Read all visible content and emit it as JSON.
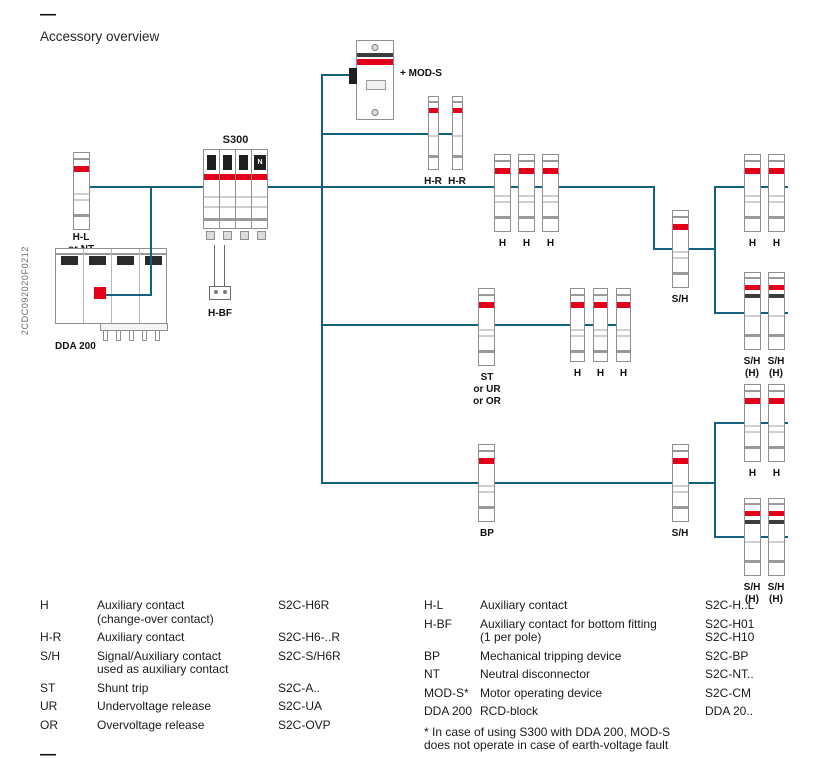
{
  "header": {
    "dash": "—",
    "title": "Accessory overview"
  },
  "side_code": "2CDC092020F0212",
  "diagram": {
    "s300": "S300",
    "s300_n": "N",
    "mod_s": "+ MOD-S",
    "hl1": "H-L",
    "hl2": "or NT",
    "hr1": "H-R",
    "hr2": "H-R",
    "h_top1": "H",
    "h_top2": "H",
    "h_top3": "H",
    "sh_top": "S/H",
    "h_rt1": "H",
    "h_rt2": "H",
    "shh_t1a": "S/H",
    "shh_t1b": "(H)",
    "shh_t2a": "S/H",
    "shh_t2b": "(H)",
    "st1": "ST",
    "st2": "or UR",
    "st3": "or OR",
    "h_mid1": "H",
    "h_mid2": "H",
    "h_mid3": "H",
    "bp": "BP",
    "sh_bot": "S/H",
    "h_rb1": "H",
    "h_rb2": "H",
    "shh_b1a": "S/H",
    "shh_b1b": "(H)",
    "shh_b2a": "S/H",
    "shh_b2b": "(H)",
    "hbf": "H-BF",
    "dda": "DDA 200"
  },
  "legend": {
    "left": [
      {
        "abbr": "H",
        "desc": "Auxiliary contact\n(change-over contact)",
        "code": "S2C-H6R"
      },
      {
        "abbr": "H-R",
        "desc": "Auxiliary contact",
        "code": "S2C-H6-..R"
      },
      {
        "abbr": "S/H",
        "desc": "Signal/Auxiliary contact\nused as auxiliary contact",
        "code": "S2C-S/H6R"
      },
      {
        "abbr": "ST",
        "desc": "Shunt trip",
        "code": "S2C-A.."
      },
      {
        "abbr": "UR",
        "desc": "Undervoltage release",
        "code": "S2C-UA"
      },
      {
        "abbr": "OR",
        "desc": "Overvoltage release",
        "code": "S2C-OVP"
      }
    ],
    "right": [
      {
        "abbr": "H-L",
        "desc": "Auxiliary contact",
        "code": "S2C-H..L"
      },
      {
        "abbr": "H-BF",
        "desc": "Auxiliary contact for bottom fitting\n(1 per pole)",
        "code": "S2C-H01\nS2C-H10"
      },
      {
        "abbr": "BP",
        "desc": "Mechanical tripping device",
        "code": "S2C-BP"
      },
      {
        "abbr": "NT",
        "desc": "Neutral disconnector",
        "code": "S2C-NT.."
      },
      {
        "abbr": "MOD-S*",
        "desc": "Motor operating device",
        "code": "S2C-CM"
      },
      {
        "abbr": "DDA 200",
        "desc": "RCD-block",
        "code": "DDA 20.."
      }
    ],
    "footnote": "* In case of using S300 with DDA 200, MOD-S\ndoes not operate in case of earth-voltage fault"
  },
  "footer": {
    "dash": "—"
  }
}
